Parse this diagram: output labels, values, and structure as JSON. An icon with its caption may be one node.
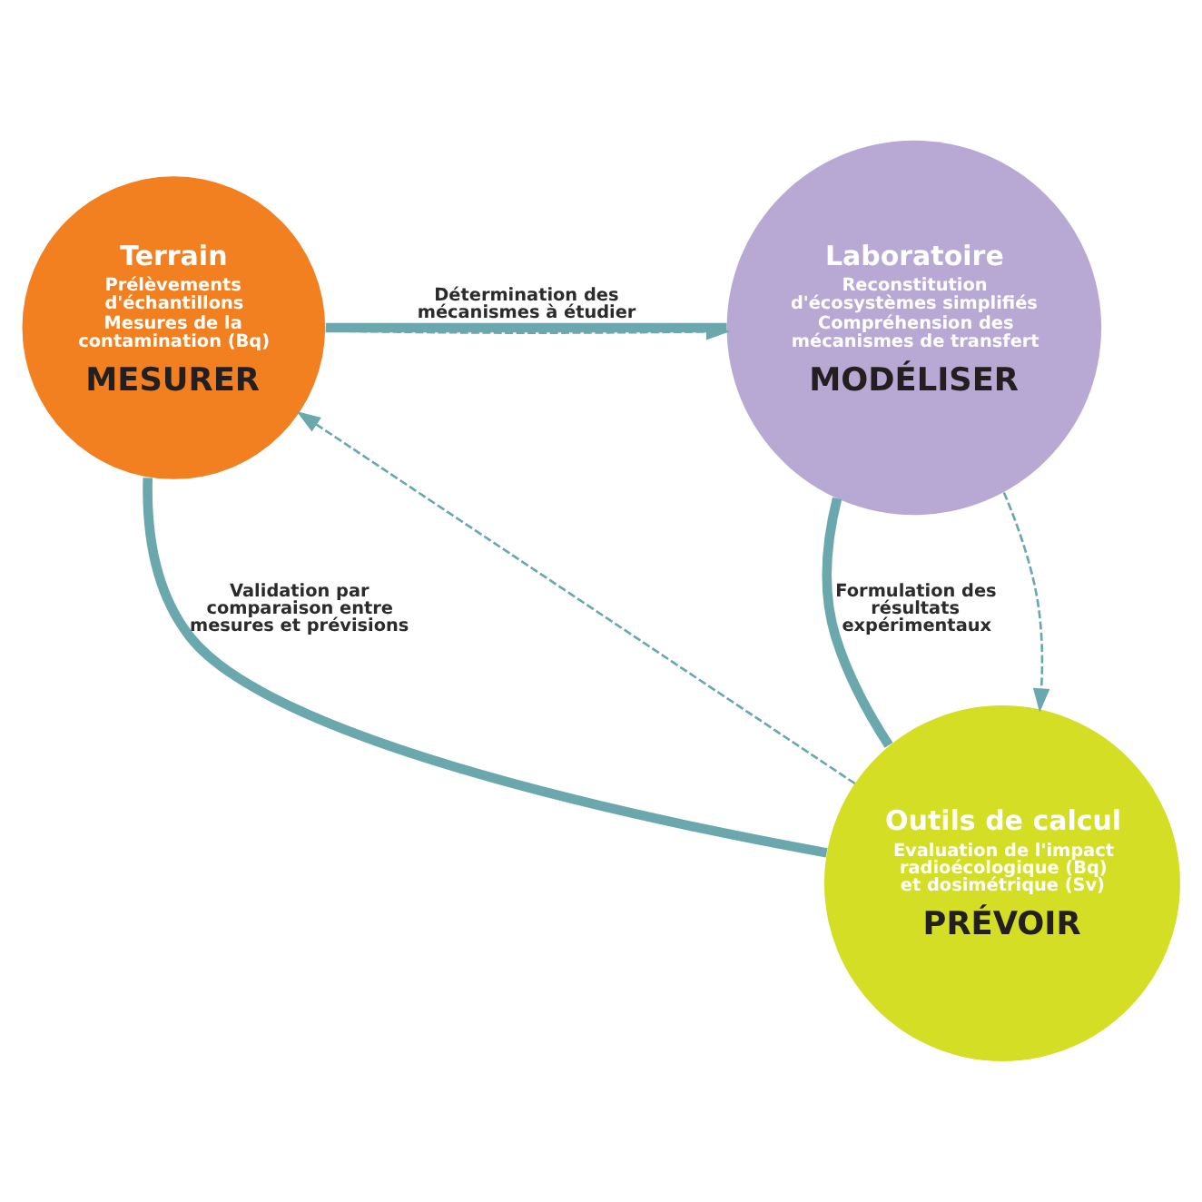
{
  "diagram": {
    "nodes": [
      {
        "text": [
          "Terrain",
          "Prélèvements d'échantillons",
          "Mesures de la contamination (Bq)",
          "MESURER"
        ]
      },
      {
        "text": [
          "Laboratoire",
          "Reconstitution d'écosystèmes simplifiés",
          "Compréhension des mécanismes de transfert",
          "MODÉLISER"
        ]
      },
      {
        "text": [
          "Outils de calcul",
          "Evaluation de l'impact radioécologique (Bq) et dosimétrique (Sv)",
          "PRÉVOIR"
        ]
      }
    ],
    "edges": [
      {
        "from": 0,
        "to": 1,
        "arrow": "none",
        "style": "thick",
        "label": "Détermination des mécanismes à étudier"
      },
      {
        "from": 1,
        "to": 2,
        "arrow": "none",
        "style": "thick",
        "label": "Formulation des résultats expérimentaux"
      },
      {
        "from": 2,
        "to": 0,
        "arrow": "none",
        "style": "thick",
        "label": "Validation par comparaison entre mesures et prévisions"
      },
      {
        "from": 0,
        "to": 1,
        "arrow": "to",
        "style": "dashed"
      },
      {
        "from": 1,
        "to": 2,
        "arrow": "to",
        "style": "dashed"
      },
      {
        "from": 2,
        "to": 0,
        "arrow": "to",
        "style": "dashed"
      }
    ]
  }
}
